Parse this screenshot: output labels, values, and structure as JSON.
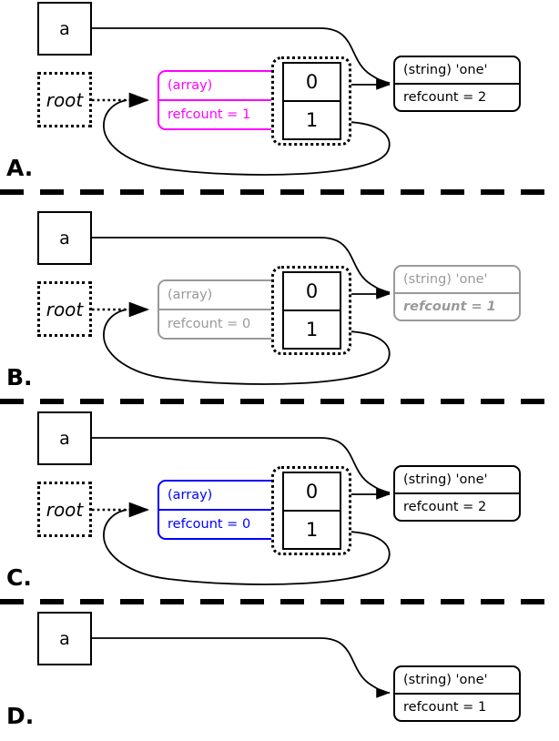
{
  "figure": {
    "title": "PHP reference counting garbage collection sequence",
    "colors": {
      "magenta": "#ff00ff",
      "blue": "#0000ff",
      "gray": "#999999",
      "black": "#000000",
      "background": "#ffffff"
    }
  },
  "panels": [
    {
      "label": "A.",
      "var_box": "a",
      "root_box": "root",
      "array": {
        "type_label": "(array)",
        "refcount_label": "refcount = 1",
        "color": "#ff00ff",
        "emphasized": false
      },
      "cells": [
        "0",
        "1"
      ],
      "string": {
        "type_label": "(string) 'one'",
        "refcount_label": "refcount = 2",
        "color": "#000000",
        "emphasized": false
      }
    },
    {
      "label": "B.",
      "var_box": "a",
      "root_box": "root",
      "array": {
        "type_label": "(array)",
        "refcount_label": "refcount = 0",
        "color": "#999999",
        "emphasized": false
      },
      "cells": [
        "0",
        "1"
      ],
      "string": {
        "type_label": "(string) 'one'",
        "refcount_label": "refcount = 1",
        "color": "#999999",
        "emphasized": true
      }
    },
    {
      "label": "C.",
      "var_box": "a",
      "root_box": "root",
      "array": {
        "type_label": "(array)",
        "refcount_label": "refcount = 0",
        "color": "#0000ff",
        "emphasized": false
      },
      "cells": [
        "0",
        "1"
      ],
      "string": {
        "type_label": "(string) 'one'",
        "refcount_label": "refcount = 2",
        "color": "#000000",
        "emphasized": false
      }
    },
    {
      "label": "D.",
      "var_box": "a",
      "root_box": null,
      "array": null,
      "cells": null,
      "string": {
        "type_label": "(string) 'one'",
        "refcount_label": "refcount = 1",
        "color": "#000000",
        "emphasized": false
      }
    }
  ]
}
